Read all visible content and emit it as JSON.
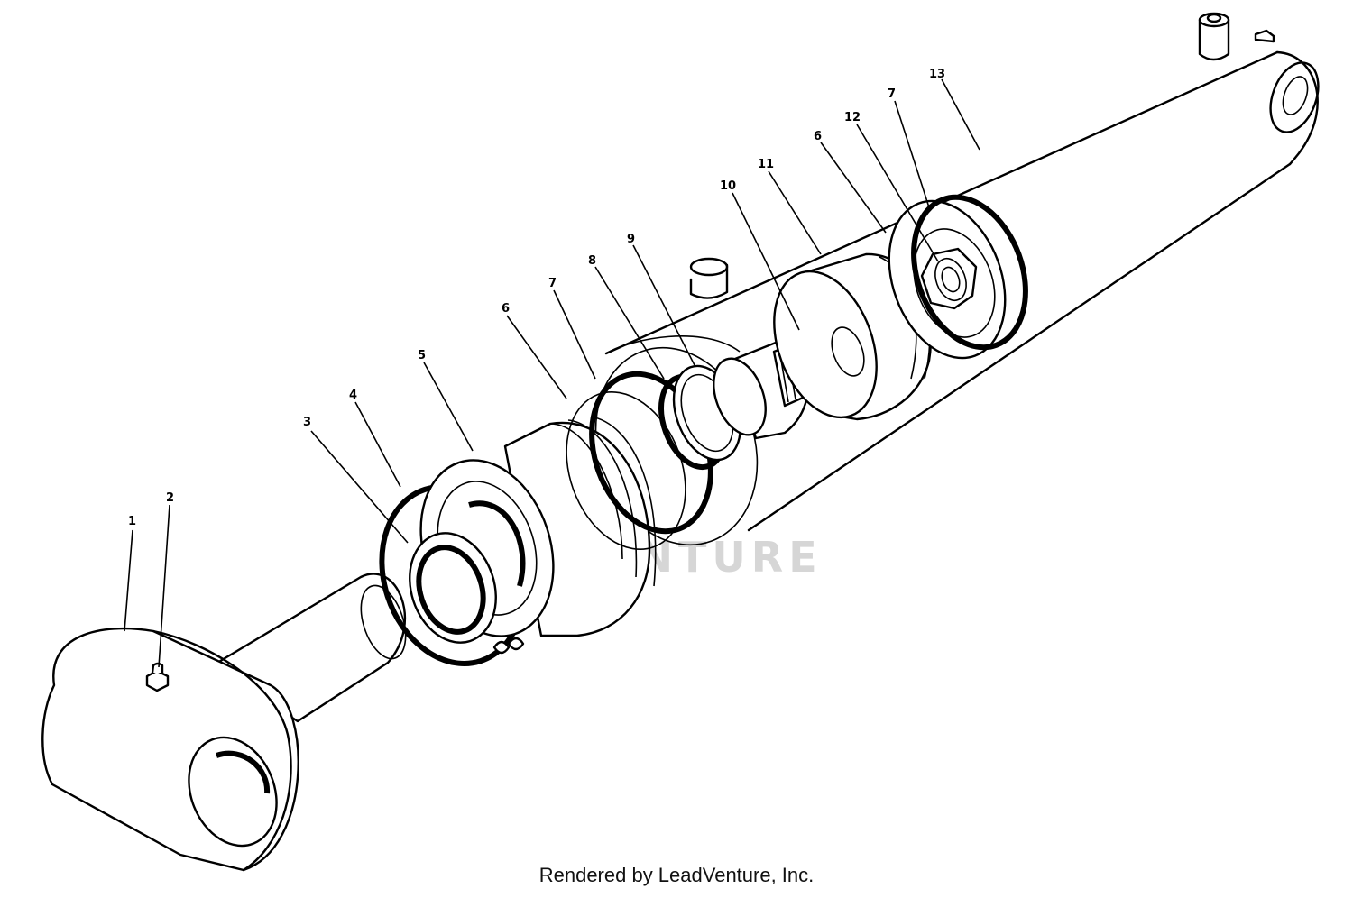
{
  "watermark": "LEADVENTURE",
  "credit": "Rendered by LeadVenture, Inc.",
  "callouts": {
    "c1": "1",
    "c2": "2",
    "c3": "3",
    "c4": "4",
    "c5": "5",
    "c6a": "6",
    "c7a": "7",
    "c8": "8",
    "c9": "9",
    "c10": "10",
    "c11": "11",
    "c6b": "6",
    "c12": "12",
    "c7b": "7",
    "c13": "13"
  }
}
